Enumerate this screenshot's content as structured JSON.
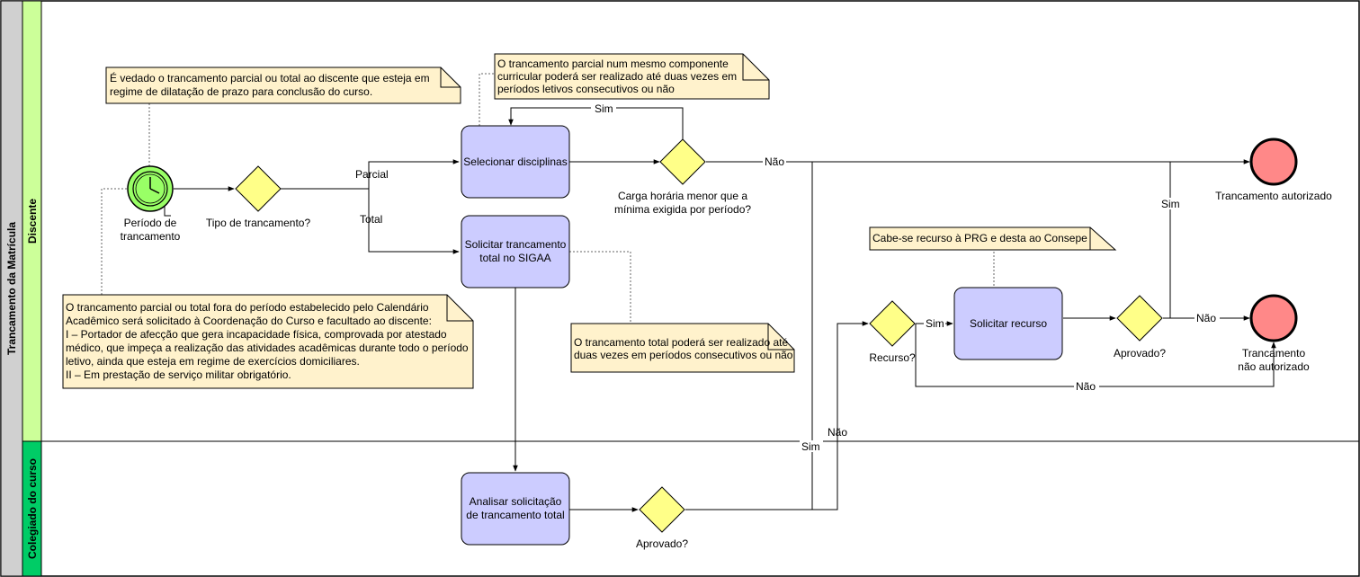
{
  "pool": {
    "title": "Trancamento da Matrícula"
  },
  "lanes": [
    {
      "name": "Discente",
      "color": "#ccff99"
    },
    {
      "name": "Colegiado do curso",
      "color": "#00cc66"
    }
  ],
  "colors": {
    "task_fill": "#ccccff",
    "gateway_fill": "#ffff88",
    "timer_fill": "#99ff66",
    "end_fill": "#ff8888",
    "note_fill": "#fff2cc",
    "pool_header": "#d0d0d0"
  },
  "events": {
    "start": {
      "label_line1": "Período de",
      "label_line2": "trancamento",
      "icon": "clock-icon"
    },
    "end_ok": {
      "label": "Trancamento autorizado"
    },
    "end_no": {
      "label_line1": "Trancamento",
      "label_line2": "não autorizado"
    }
  },
  "tasks": {
    "selecionar": {
      "label": "Selecionar disciplinas"
    },
    "solicitar_total": {
      "label_line1": "Solicitar trancamento",
      "label_line2": "total no SIGAA"
    },
    "solicitar_recurso": {
      "label": "Solicitar recurso"
    },
    "analisar": {
      "label_line1": "Analisar solicitação",
      "label_line2": "de trancamento total"
    }
  },
  "gateways": {
    "tipo": {
      "label": "Tipo de trancamento?"
    },
    "carga": {
      "label_line1": "Carga horária menor que a",
      "label_line2": "mínima exigida por período?"
    },
    "recurso": {
      "label": "Recurso?"
    },
    "aprovado_recurso": {
      "label": "Aprovado?"
    },
    "aprovado_colegiado": {
      "label": "Aprovado?"
    }
  },
  "flows": {
    "parcial": "Parcial",
    "total": "Total",
    "sim_loop": "Sim",
    "nao_carga": "Não",
    "sim_recurso": "Sim",
    "sim_aprovado": "Sim",
    "nao_aprovado": "Não",
    "nao_recurso": "Não",
    "sim_colegiado": "Sim",
    "nao_colegiado": "Não"
  },
  "notes": {
    "vedado": {
      "lines": [
        "É vedado o trancamento parcial ou total ao discente que esteja em",
        "regime de dilatação de prazo para conclusão do curso."
      ]
    },
    "parcial_limite": {
      "lines": [
        "O trancamento parcial num mesmo componente",
        "curricular poderá ser realizado até duas vezes em",
        "períodos letivos consecutivos ou não"
      ]
    },
    "fora_periodo": {
      "lines": [
        "O trancamento parcial ou total fora do período estabelecido pelo Calendário",
        "Acadêmico será solicitado à Coordenação do Curso e facultado ao discente:",
        "I – Portador de afecção que gera incapacidade física, comprovada por atestado",
        "médico, que impeça a realização das atividades acadêmicas durante todo o período",
        "letivo, ainda que esteja em regime de exercícios domiciliares.",
        "II – Em prestação de serviço militar obrigatório."
      ]
    },
    "total_limite": {
      "lines": [
        "O trancamento total poderá ser realizado até",
        "duas vezes em períodos consecutivos ou não"
      ]
    },
    "recurso": {
      "lines": [
        "Cabe-se recurso à PRG e desta ao Consepe"
      ]
    }
  }
}
